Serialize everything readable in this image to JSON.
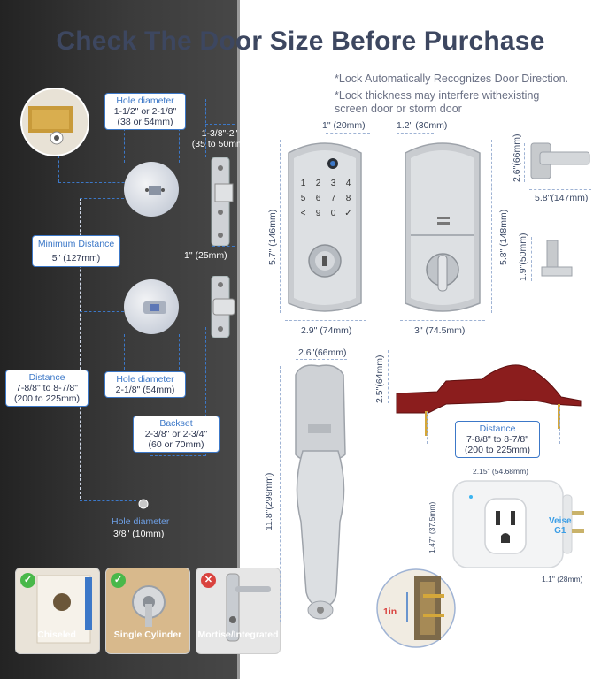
{
  "title": "Check The Door Size Before Purchase",
  "notes": [
    "*Lock Automatically Recognizes Door Direction.",
    "*Lock thickness may interfere withexisting screen door or storm door"
  ],
  "labels": {
    "hole_diameter_top": {
      "head": "Hole diameter",
      "line1": "1-1/2\" or 2-1/8\"",
      "line2": "(38 or 54mm)"
    },
    "thickness": {
      "line1": "1-3/8\"-2\"",
      "line2": "(35 to 50mm)"
    },
    "min_distance": {
      "head": "Minimum Distance",
      "value": "5\" (127mm)"
    },
    "latch_width": "1\" (25mm)",
    "distance": {
      "head": "Distance",
      "line1": "7-8/8\" to 8-7/8\"",
      "line2": "(200 to 225mm)"
    },
    "hole_diameter_mid": {
      "head": "Hole diameter",
      "value": "2-1/8\" (54mm)"
    },
    "backset": {
      "head": "Backset",
      "line1": "2-3/8\" or 2-3/4\"",
      "line2": "(60 or 70mm)"
    },
    "hole_diameter_small": {
      "head": "Hole diameter",
      "value": "3/8\" (10mm)"
    }
  },
  "keypad": {
    "keys": [
      "1",
      "2",
      "3",
      "4",
      "5",
      "6",
      "7",
      "8",
      "9",
      "0",
      "<",
      "✓"
    ]
  },
  "dims": {
    "front_depth": "1\" (20mm)",
    "back_depth": "1.2\" (30mm)",
    "front_height": "5.7\" (146mm)",
    "back_height": "5.8\" (148mm)",
    "front_width": "2.9\" (74mm)",
    "back_width": "3\" (74.5mm)",
    "lever_height": "2.6\"(66mm)",
    "lever_width": "5.8\"(147mm)",
    "lever_depth": "1.9\"(50mm)",
    "handle_width": "2.6\"(66mm)",
    "handle_height": "11.8\"(299mm)",
    "bracket_height": "2.5\"(64mm)",
    "bracket_distance": {
      "head": "Distance",
      "line1": "7-8/8\" to 8-7/8\"",
      "line2": "(200 to 225mm)"
    },
    "plug_width": "2.15\" (54.68mm)",
    "plug_height": "1.47\" (37.5mm)",
    "plug_depth": "1.1\" (28mm)",
    "screw_length": "1in"
  },
  "plug_brand": {
    "line1": "Veise",
    "line2": "G1"
  },
  "door_types": [
    {
      "label": "Chiseled",
      "status": "ok"
    },
    {
      "label": "Single Cylinder",
      "status": "ok"
    },
    {
      "label": "Mortise/Integrated",
      "status": "no"
    }
  ],
  "colors": {
    "accent": "#3c78c8",
    "ok": "#49b84a",
    "no": "#d9423e",
    "bracket": "#8b1d1d"
  }
}
